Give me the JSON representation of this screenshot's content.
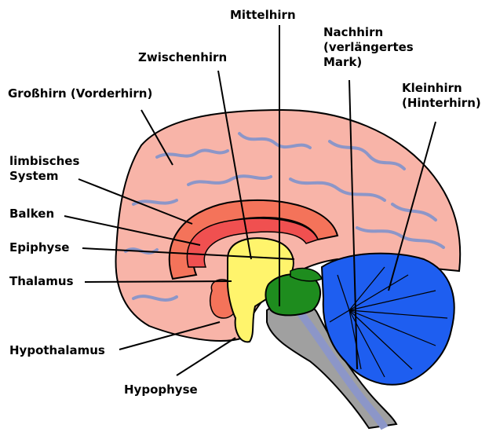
{
  "labels": {
    "grosshirn": "Großhirn (Vorderhirn)",
    "limbisches_system": "limbisches\nSystem",
    "balken": "Balken",
    "epiphyse": "Epiphyse",
    "thalamus": "Thalamus",
    "hypothalamus": "Hypothalamus",
    "hypophyse": "Hypophyse",
    "zwischenhirn": "Zwischenhirn",
    "mittelhirn": "Mittelhirn",
    "nachhirn": "Nachhirn\n(verlängertes\nMark)",
    "kleinhirn": "Kleinhirn\n(Hinterhirn)"
  },
  "colors": {
    "cortex": "#f8b4a8",
    "gyri": "#8c96c8",
    "limbic": "#f4735a",
    "corpus_callosum": "#f05050",
    "thalamus": "#fff46c",
    "midbrain": "#1e8c1e",
    "cerebellum": "#1e5ef0",
    "brainstem": "#a0a0a0",
    "outline": "#000000"
  }
}
